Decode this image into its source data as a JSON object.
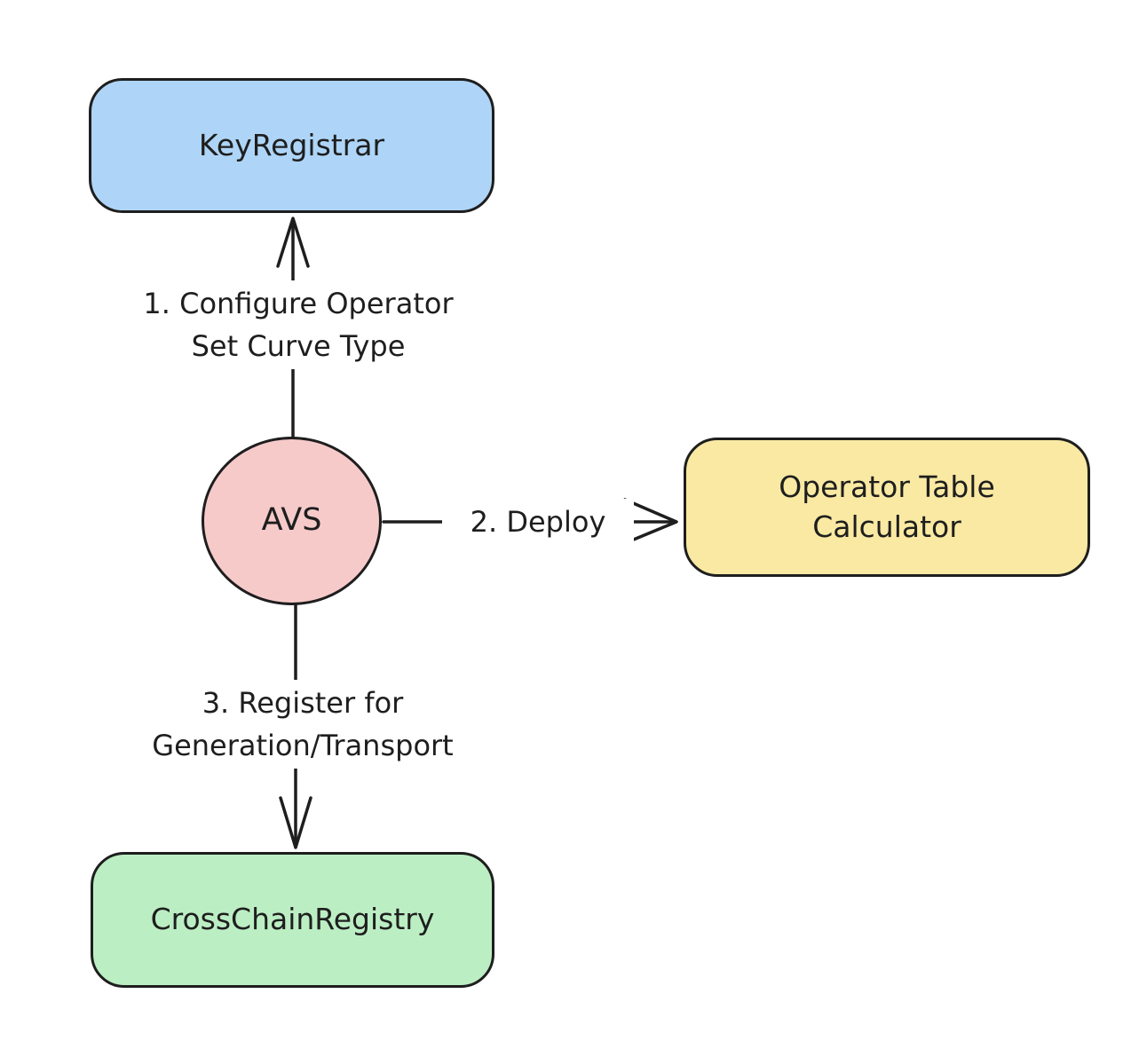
{
  "diagram": {
    "type": "flowchart",
    "background_color": "#ffffff",
    "stroke_color": "#1e1e1e",
    "nodes": {
      "key_registrar": {
        "label": "KeyRegistrar",
        "shape": "rounded-rectangle",
        "fill": "#aed5f7"
      },
      "avs": {
        "label": "AVS",
        "shape": "circle",
        "fill": "#f7caca"
      },
      "operator_table_calculator": {
        "label_line1": "Operator Table",
        "label_line2": "Calculator",
        "shape": "rounded-rectangle",
        "fill": "#f9e9a2"
      },
      "cross_chain_registry": {
        "label": "CrossChainRegistry",
        "shape": "rounded-rectangle",
        "fill": "#bceec4"
      }
    },
    "edges": {
      "configure_operator_set_curve_type": {
        "from": "avs",
        "to": "key_registrar",
        "label_line1": "1. Configure Operator",
        "label_line2": "Set Curve Type"
      },
      "deploy": {
        "from": "avs",
        "to": "operator_table_calculator",
        "label": "2. Deploy"
      },
      "register_for_generation_transport": {
        "from": "avs",
        "to": "cross_chain_registry",
        "label_line1": "3. Register for",
        "label_line2": "Generation/Transport"
      }
    }
  }
}
